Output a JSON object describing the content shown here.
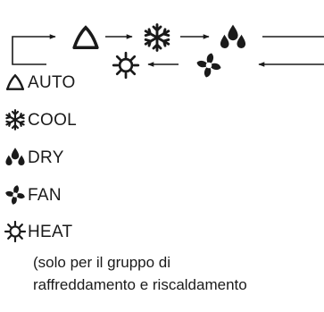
{
  "modes": [
    {
      "key": "auto",
      "label": "AUTO",
      "icon": "auto-triangle-icon"
    },
    {
      "key": "cool",
      "label": "COOL",
      "icon": "snowflake-icon"
    },
    {
      "key": "dry",
      "label": "DRY",
      "icon": "water-drops-icon"
    },
    {
      "key": "fan",
      "label": "FAN",
      "icon": "fan-icon"
    },
    {
      "key": "heat",
      "label": "HEAT",
      "icon": "sun-icon"
    }
  ],
  "note": {
    "line1": "(solo per il gruppo di",
    "line2": "raffreddamento e riscaldamento"
  },
  "colors": {
    "ink": "#1a1a1a",
    "background": "#ffffff"
  }
}
